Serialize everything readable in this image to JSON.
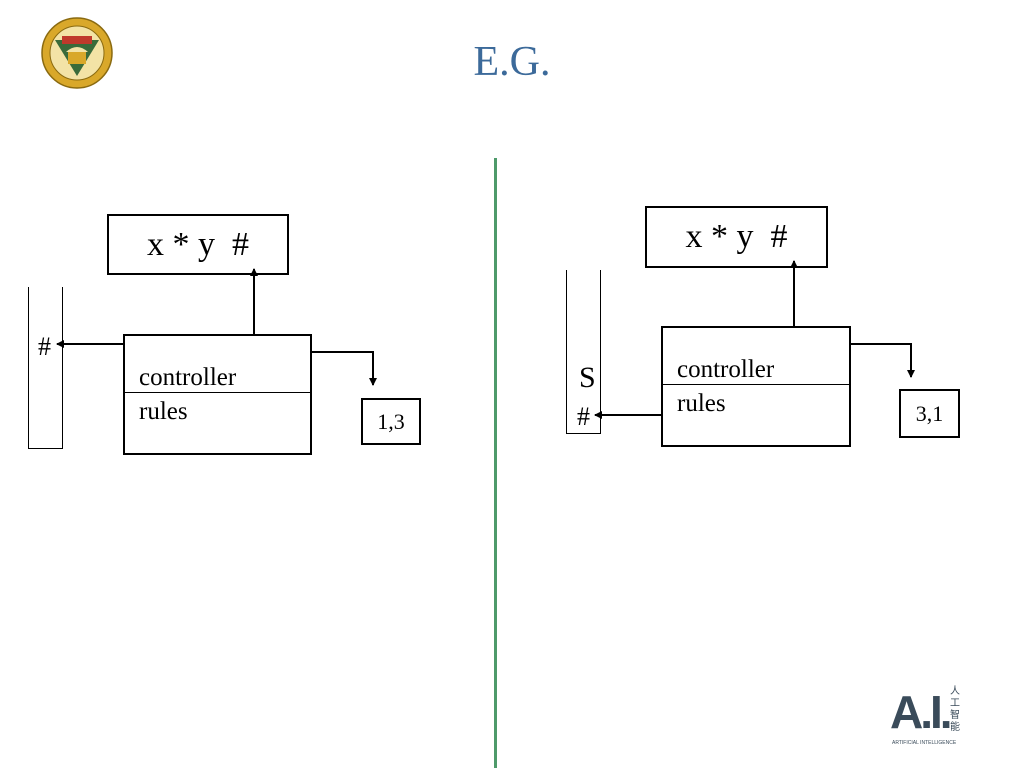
{
  "slide": {
    "title": "E.G.",
    "logo_icon": "university-seal-icon",
    "ai_logo": {
      "main": "A.I.",
      "chars": [
        "人",
        "工",
        "智",
        "能"
      ],
      "subtitle": "ARTIFICIAL INTELLIGENCE"
    }
  },
  "left": {
    "tape": "x * y  #",
    "stack_symbols": [
      "#"
    ],
    "controller": "controller",
    "rules": "rules",
    "output": "1,3"
  },
  "right": {
    "tape": "x * y  #",
    "stack_symbols": [
      "S",
      "#"
    ],
    "controller": "controller",
    "rules": "rules",
    "output": "3,1"
  },
  "colors": {
    "title": "#3c6a9a",
    "divider": "#4e9a6a",
    "seal_gold": "#d9a82a",
    "seal_green": "#3a6b3a"
  }
}
